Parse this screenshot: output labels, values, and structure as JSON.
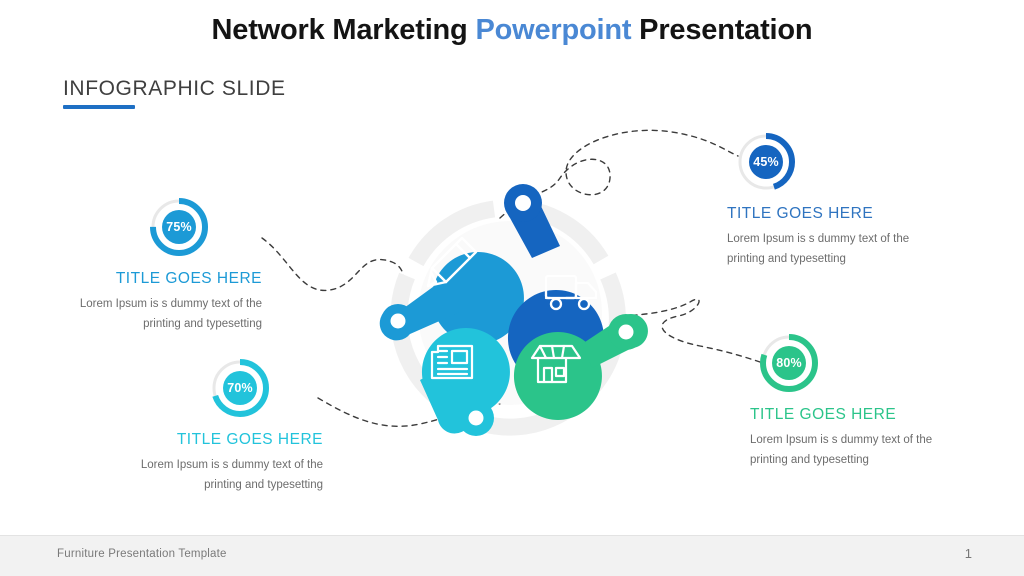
{
  "header": {
    "title_part1": "Network Marketing ",
    "title_accent": "Powerpoint",
    "title_part3": " Presentation",
    "subtitle": "INFOGRAPHIC SLIDE"
  },
  "footer": {
    "template_name": "Furniture Presentation Template",
    "page_number": "1"
  },
  "colors": {
    "light_blue": "#1c9ad6",
    "dark_blue": "#1565c0",
    "cyan": "#22c3db",
    "green": "#2bc48a",
    "title_accent": "#4a88d4",
    "underline": "#1e6fc4",
    "body_text": "#6d6d6d",
    "track": "#e8e8e8",
    "backdrop": "#f0f0f0"
  },
  "stats": [
    {
      "id": "stat-75",
      "percent_label": "75%",
      "percent_value": 75,
      "title": "TITLE GOES HERE",
      "body_line1": "Lorem Ipsum is s dummy text of the",
      "body_line2": "printing and typesetting",
      "color": "#1c9ad6",
      "align": "right"
    },
    {
      "id": "stat-70",
      "percent_label": "70%",
      "percent_value": 70,
      "title": "TITLE GOES HERE",
      "body_line1": "Lorem Ipsum is s dummy text of the",
      "body_line2": "printing and typesetting",
      "color": "#22c3db",
      "align": "right"
    },
    {
      "id": "stat-45",
      "percent_label": "45%",
      "percent_value": 45,
      "title": "TITLE GOES HERE",
      "body_line1": "Lorem Ipsum is s dummy text of the",
      "body_line2": "printing and typesetting",
      "color": "#1565c0",
      "align": "left"
    },
    {
      "id": "stat-80",
      "percent_label": "80%",
      "percent_value": 80,
      "title": "TITLE GOES HERE",
      "body_line1": "Lorem Ipsum is s dummy text of the",
      "body_line2": "printing and typesetting",
      "color": "#2bc48a",
      "align": "left"
    }
  ],
  "central_graphic": {
    "nodes": [
      {
        "icon": "pencil-icon",
        "color": "#1c9ad6",
        "position": "left"
      },
      {
        "icon": "truck-icon",
        "color": "#1565c0",
        "position": "top-right"
      },
      {
        "icon": "newspaper-icon",
        "color": "#22c3db",
        "position": "bottom-left"
      },
      {
        "icon": "store-icon",
        "color": "#2bc48a",
        "position": "bottom-right"
      }
    ]
  }
}
